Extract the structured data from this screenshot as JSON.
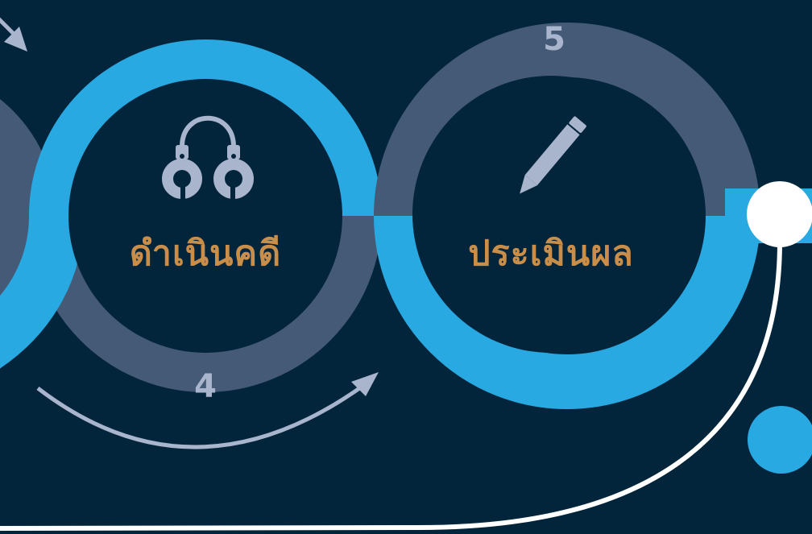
{
  "steps": [
    {
      "number": "4",
      "title": "ดำเนินคดี",
      "icon": "handcuffs-icon"
    },
    {
      "number": "5",
      "title": "ประเมินผล",
      "icon": "pencil-icon"
    }
  ],
  "colors": {
    "background": "#03253c",
    "ring_gray": "#445a77",
    "ring_blue": "#29a9e1",
    "label": "#c98e49",
    "number": "#a8b5cc",
    "icon": "#a8b5cc",
    "connector": "#ffffff"
  }
}
